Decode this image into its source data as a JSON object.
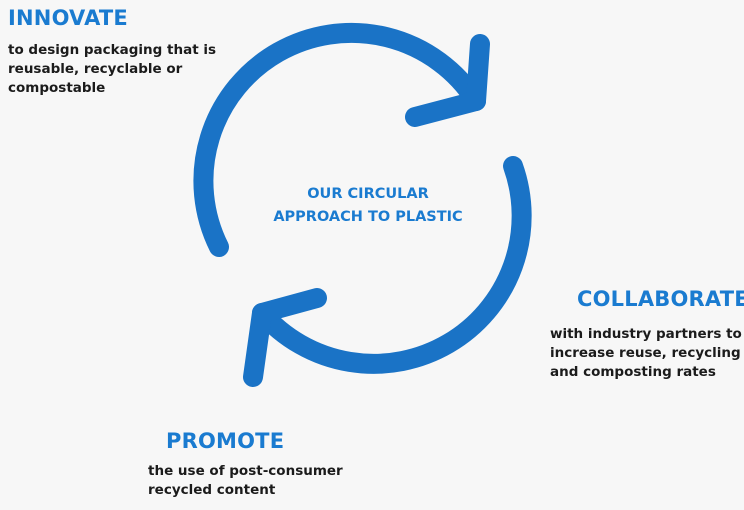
{
  "center": {
    "line1": "OUR CIRCULAR",
    "line2": "APPROACH TO PLASTIC"
  },
  "steps": {
    "innovate": {
      "title": "INNOVATE",
      "lines": [
        "to design packaging that is",
        "reusable, recyclable or",
        "compostable"
      ]
    },
    "collaborate": {
      "title": "COLLABORATE",
      "lines": [
        "with industry partners to",
        "increase reuse, recycling",
        "and composting rates"
      ]
    },
    "promote": {
      "title": "PROMOTE",
      "lines": [
        "the use of post-consumer",
        "recycled content"
      ]
    }
  },
  "colors": {
    "accent": "#1a7bd0",
    "arrow": "#1a73c6",
    "text": "#1b1b1b",
    "background": "#f7f7f7"
  }
}
